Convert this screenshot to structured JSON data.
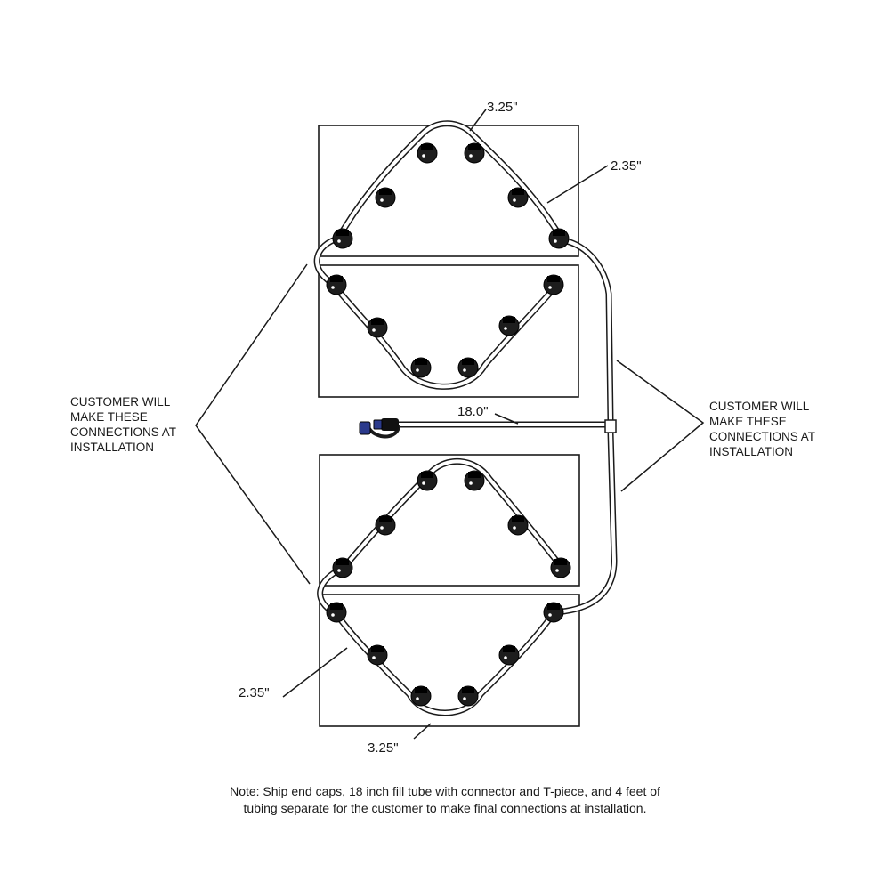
{
  "dimensions": {
    "top_arc": "3.25\"",
    "top_side": "2.35\"",
    "fill_tube": "18.0\"",
    "bottom_side": "2.35\"",
    "bottom_arc": "3.25\""
  },
  "labels": {
    "left_connections": "CUSTOMER WILL\nMAKE THESE\nCONNECTIONS AT\nINSTALLATION",
    "right_connections": "CUSTOMER WILL\nMAKE THESE\nCONNECTIONS AT\nINSTALLATION"
  },
  "note": "Note: Ship end caps, 18 inch fill tube with connector and T-piece, and 4 feet of\ntubing separate for the customer to make final connections at installation.",
  "colors": {
    "line": "#1a1a1a",
    "fitting": "#1d1d1d",
    "connector_accent": "#2b3a8c"
  }
}
